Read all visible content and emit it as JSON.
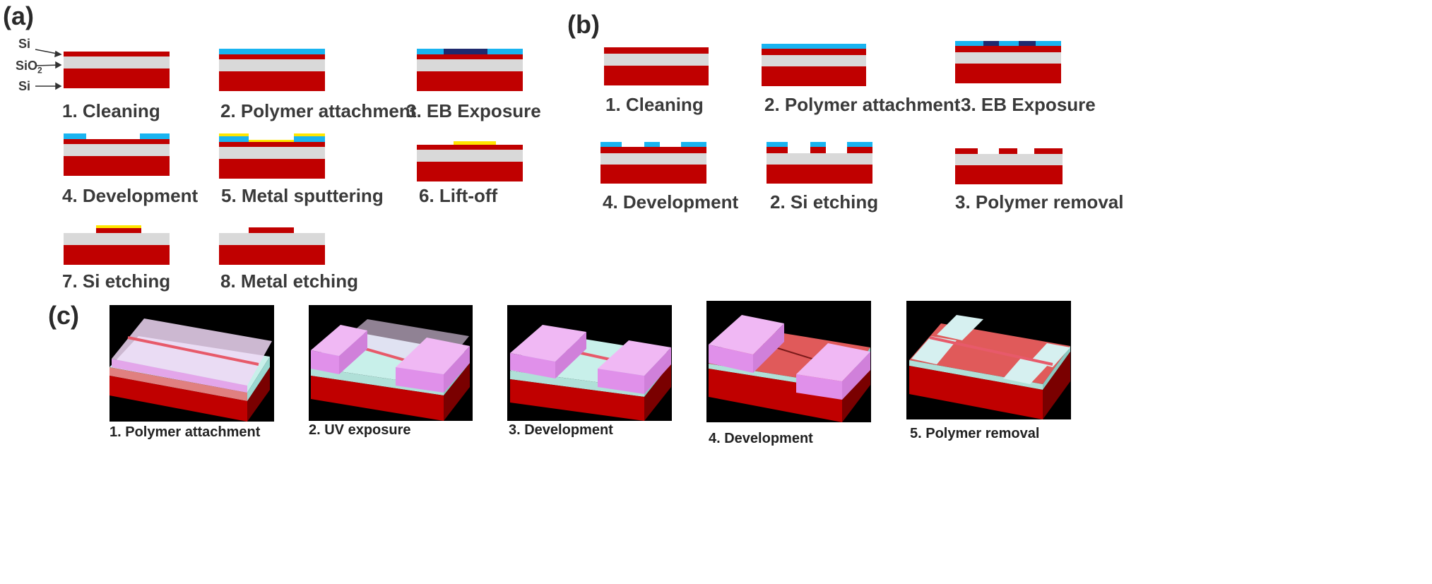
{
  "colors": {
    "si": "#c00000",
    "sio2": "#d9d9d9",
    "polymer_2d": "#19b4f0",
    "exposed": "#1f2a6e",
    "metal": "#ffe600",
    "polymer_3d": "#ee9ef0",
    "background_3d": "#000000"
  },
  "panels": {
    "a": "(a)",
    "b": "(b)",
    "c": "(c)"
  },
  "layers": {
    "si_top": "Si",
    "sio2": "SiO2",
    "si_bottom": "Si"
  },
  "a_steps": [
    "1. Cleaning",
    "2. Polymer attachment",
    "3. EB Exposure",
    "4. Development",
    "5. Metal sputtering",
    "6. Lift-off",
    "7. Si etching",
    "8. Metal etching"
  ],
  "b_steps": [
    "1. Cleaning",
    "2. Polymer attachment",
    "3. EB Exposure",
    "4. Development",
    "2. Si etching",
    "3. Polymer removal"
  ],
  "c_steps": [
    "1. Polymer attachment",
    "2. UV exposure",
    "3. Development",
    "4. Development",
    "5. Polymer removal"
  ]
}
